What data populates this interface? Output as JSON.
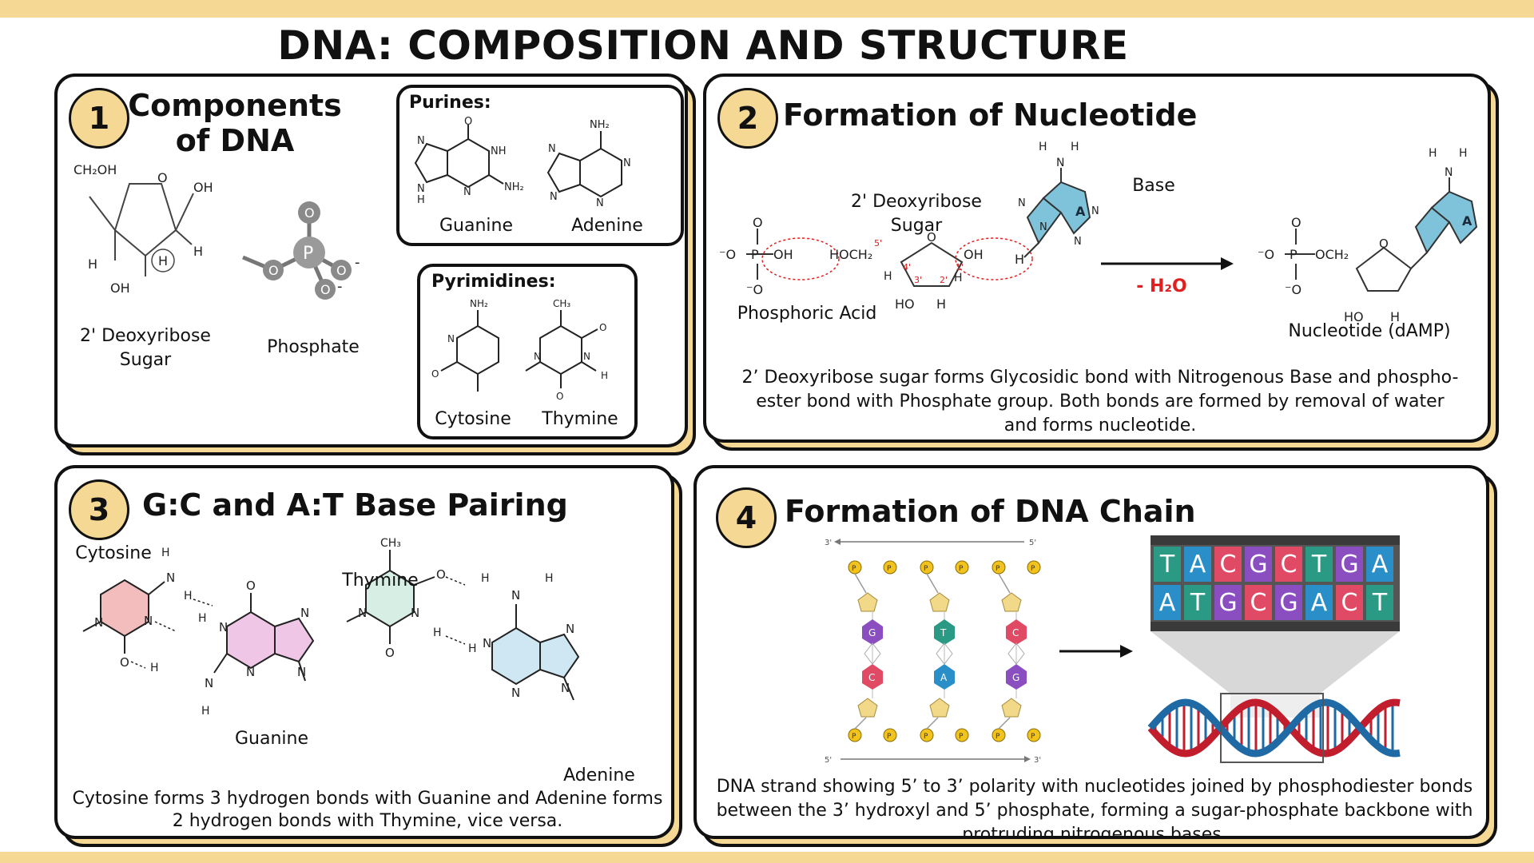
{
  "title": "DNA: COMPOSITION AND STRUCTURE",
  "colors": {
    "accent": "#f4d894",
    "red": "#e02020",
    "dna_red": "#c21d2d",
    "dna_blue": "#1f6aa5"
  },
  "panel1": {
    "number": "1",
    "title": "Components of DNA",
    "sugar_label": "2ꞌ Deoxyribose Sugar",
    "phosphate_label": "Phosphate",
    "purines_title": "Purines:",
    "pyrimidines_title": "Pyrimidines:",
    "guanine": "Guanine",
    "adenine": "Adenine",
    "cytosine": "Cytosine",
    "thymine": "Thymine",
    "atoms": {
      "ch2oh": "CH₂OH",
      "oh": "OH",
      "h": "H",
      "o": "O",
      "p": "P",
      "n": "N",
      "nh": "NH",
      "nh2": "NH₂",
      "ch3": "CH₃",
      "minus": "-"
    }
  },
  "panel2": {
    "number": "2",
    "title": "Formation of Nucleotide",
    "sugar_label": "2ꞌ Deoxyribose Sugar",
    "base_label": "Base",
    "phosphoric_label": "Phosphoric Acid",
    "minus_water": "- H₂O",
    "nucleotide_label": "Nucleotide (dAMP)",
    "caption": "2’ Deoxyribose sugar forms Glycosidic bond with Nitrogenous Base and phospho-ester bond with Phosphate group. Both bonds are formed by removal of water and forms nucleotide.",
    "atoms": {
      "ominus": "⁻O",
      "p": "P",
      "oh": "OH",
      "o": "O",
      "h": "H",
      "hoch2": "HOCH₂",
      "och2": "OCH₂",
      "ho": "HO",
      "n": "N",
      "a": "A",
      "c5": "5'",
      "c4": "4'",
      "c3": "3'",
      "c2": "2'",
      "c1": "1'"
    }
  },
  "panel3": {
    "number": "3",
    "title": "G:C and A:T Base Pairing",
    "cytosine": "Cytosine",
    "guanine": "Guanine",
    "thymine": "Thymine",
    "adenine": "Adenine",
    "caption": "Cytosine forms 3 hydrogen bonds with Guanine and Adenine forms 2 hydrogen bonds with Thymine, vice versa.",
    "atoms": {
      "h": "H",
      "n": "N",
      "o": "O",
      "ch3": "CH₃"
    }
  },
  "panel4": {
    "number": "4",
    "title": "Formation of DNA Chain",
    "caption": "DNA strand showing 5’ to 3’ polarity with nucleotides joined by phosphodiester bonds between the 3’ hydroxyl and 5’ phosphate, forming a sugar-phosphate backbone with protruding nitrogenous bases.",
    "strand_marks": {
      "three": "3'",
      "five": "5'"
    },
    "nucleotide_letters": {
      "p": "P",
      "g": "G",
      "c": "C",
      "t": "T",
      "a": "A"
    },
    "top_sequence": [
      "T",
      "A",
      "C",
      "G",
      "C",
      "T",
      "G",
      "A"
    ],
    "bottom_sequence": [
      "A",
      "T",
      "G",
      "C",
      "G",
      "A",
      "C",
      "T"
    ],
    "base_colors": {
      "T": "#2a9a85",
      "A": "#2a8fc9",
      "C": "#e04a64",
      "G": "#8a4ec1"
    }
  }
}
